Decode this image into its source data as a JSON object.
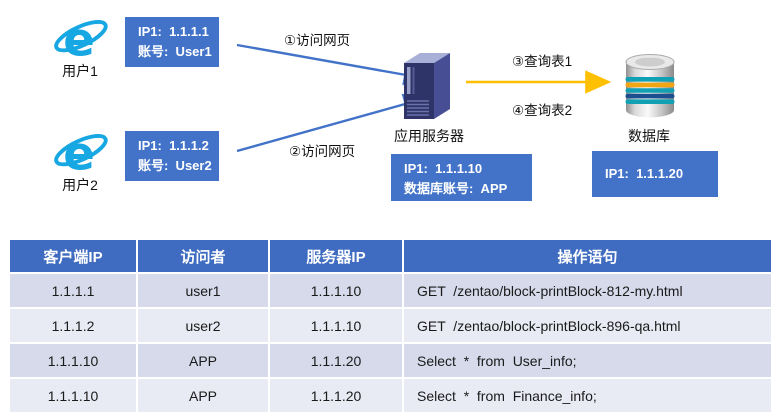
{
  "diagram": {
    "user1": {
      "label": "用户1",
      "line1": "IP1:  1.1.1.1",
      "line2": "账号:  User1"
    },
    "user2": {
      "label": "用户2",
      "line1": "IP1:  1.1.1.2",
      "line2": "账号:  User2"
    },
    "flow1_label": "①访问网页",
    "flow2_label": "②访问网页",
    "server": {
      "label": "应用服务器",
      "line1": "IP1:  1.1.1.10",
      "line2": "数据库账号:  APP"
    },
    "flow3_label": "③查询表1",
    "flow4_label": "④查询表2",
    "database": {
      "label": "数据库",
      "line1": "IP1:  1.1.1.20"
    },
    "colors": {
      "label_box_blue": "#4273C9",
      "arrow_blue": "#4273C9",
      "arrow_yellow": "#FFC000",
      "ie_logo_blue": "#17A7E3",
      "server_body_navy": "#2E3468",
      "db_band_teal": "#12A0B4",
      "db_band_orange": "#F2A513"
    }
  },
  "table": {
    "headers": [
      "客户端IP",
      "访问者",
      "服务器IP",
      "操作语句"
    ],
    "rows": [
      [
        "1.1.1.1",
        "user1",
        "1.1.1.10",
        "GET  /zentao/block-printBlock-812-my.html"
      ],
      [
        "1.1.1.2",
        "user2",
        "1.1.1.10",
        "GET  /zentao/block-printBlock-896-qa.html"
      ],
      [
        "1.1.1.10",
        "APP",
        "1.1.1.20",
        "Select  *  from  User_info;"
      ],
      [
        "1.1.1.10",
        "APP",
        "1.1.1.20",
        "Select  *  from  Finance_info;"
      ]
    ],
    "colors": {
      "header_bg": "#3F6CC0",
      "header_text": "#FFFFFF",
      "row_odd_bg": "#D6DAEA",
      "row_even_bg": "#E9EBF4"
    }
  }
}
